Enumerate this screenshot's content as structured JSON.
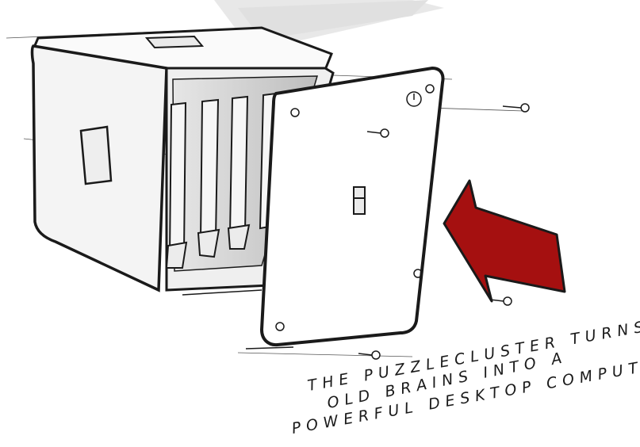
{
  "caption": {
    "line1": "THE PUZZLECLUSTER TURNS",
    "line2": "OLD BRAINS INTO A",
    "line3": "POWERFUL DESKTOP COMPUTER"
  },
  "colors": {
    "ink": "#1a1a1a",
    "arrow_fill": "#a51010",
    "paper": "#ffffff"
  },
  "icons": [
    "power-icon",
    "screw-icon",
    "arrow-icon"
  ]
}
